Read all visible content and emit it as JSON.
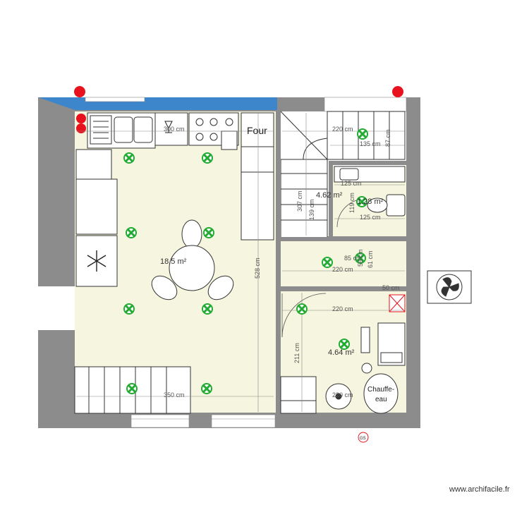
{
  "rooms": {
    "main_area": "18.5 m²",
    "stair_area": "4.62 m²",
    "wc_area": "1.28 m²",
    "utility_area": "4.64 m²"
  },
  "labels": {
    "oven": "Four",
    "water_heater_line1": "Chauffe-",
    "water_heater_line2": "eau",
    "gas_meter": "GS"
  },
  "dimensions": {
    "kitchen_top": "300 cm",
    "main_height": "528 cm",
    "main_width": "350 cm",
    "stair_top_width": "220 cm",
    "stair_inner": "135 cm",
    "stair_side": "87 cm",
    "stair_height": "307 cm",
    "stair_inner_height": "139 cm",
    "wc_width_top": "125 cm",
    "wc_width_bottom": "125 cm",
    "wc_height": "119 cm",
    "hall_small": "85 cm",
    "hall_v1": "56 cm",
    "hall_v2": "61 cm",
    "hall_width": "220 cm",
    "hall_step": "50 cm",
    "util_width": "220 cm",
    "util_height": "211 cm",
    "util_bottom": "220 cm"
  },
  "colors": {
    "wall": "#8c8c8c",
    "floor": "#f6f5df",
    "window": "#3d86cc",
    "red_point": "#e8121e",
    "green_light": "#22aa33"
  },
  "watermark": "www.archifacile.fr"
}
